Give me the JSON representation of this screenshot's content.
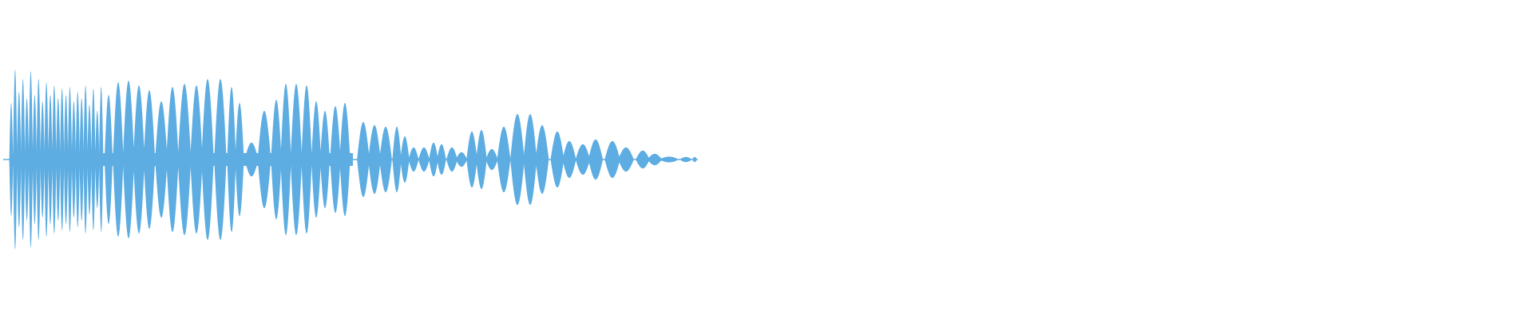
{
  "chart_data": {
    "type": "area",
    "title": "",
    "xlabel": "",
    "ylabel": "",
    "ylim": [
      -1,
      1
    ],
    "grid": false,
    "legend": "none",
    "color": "#5dade2",
    "lobe_peaks": [
      0.35,
      0.56,
      0.42,
      0.5,
      0.38,
      0.55,
      0.4,
      0.5,
      0.36,
      0.48,
      0.4,
      0.46,
      0.38,
      0.44,
      0.4,
      0.45,
      0.36,
      0.42,
      0.38,
      0.46,
      0.34,
      0.44,
      0.3,
      0.45,
      0.4,
      0.48,
      0.49,
      0.46,
      0.43,
      0.36,
      0.45,
      0.47,
      0.46,
      0.5,
      0.5,
      0.45,
      0.35,
      0.1,
      0.3,
      0.37,
      0.47,
      0.47,
      0.46,
      0.36,
      0.3,
      0.33,
      0.35,
      0.23,
      0.21,
      0.2,
      0.2,
      0.14,
      0.07,
      0.07,
      0.1,
      0.09,
      0.07,
      0.04,
      0.17,
      0.18,
      0.06,
      0.2,
      0.28,
      0.28,
      0.21,
      0.17,
      0.11,
      0.09,
      0.12,
      0.11,
      0.07,
      0.05,
      0.03,
      0.012,
      0.01,
      0.01,
      0.01,
      0.004
    ]
  }
}
